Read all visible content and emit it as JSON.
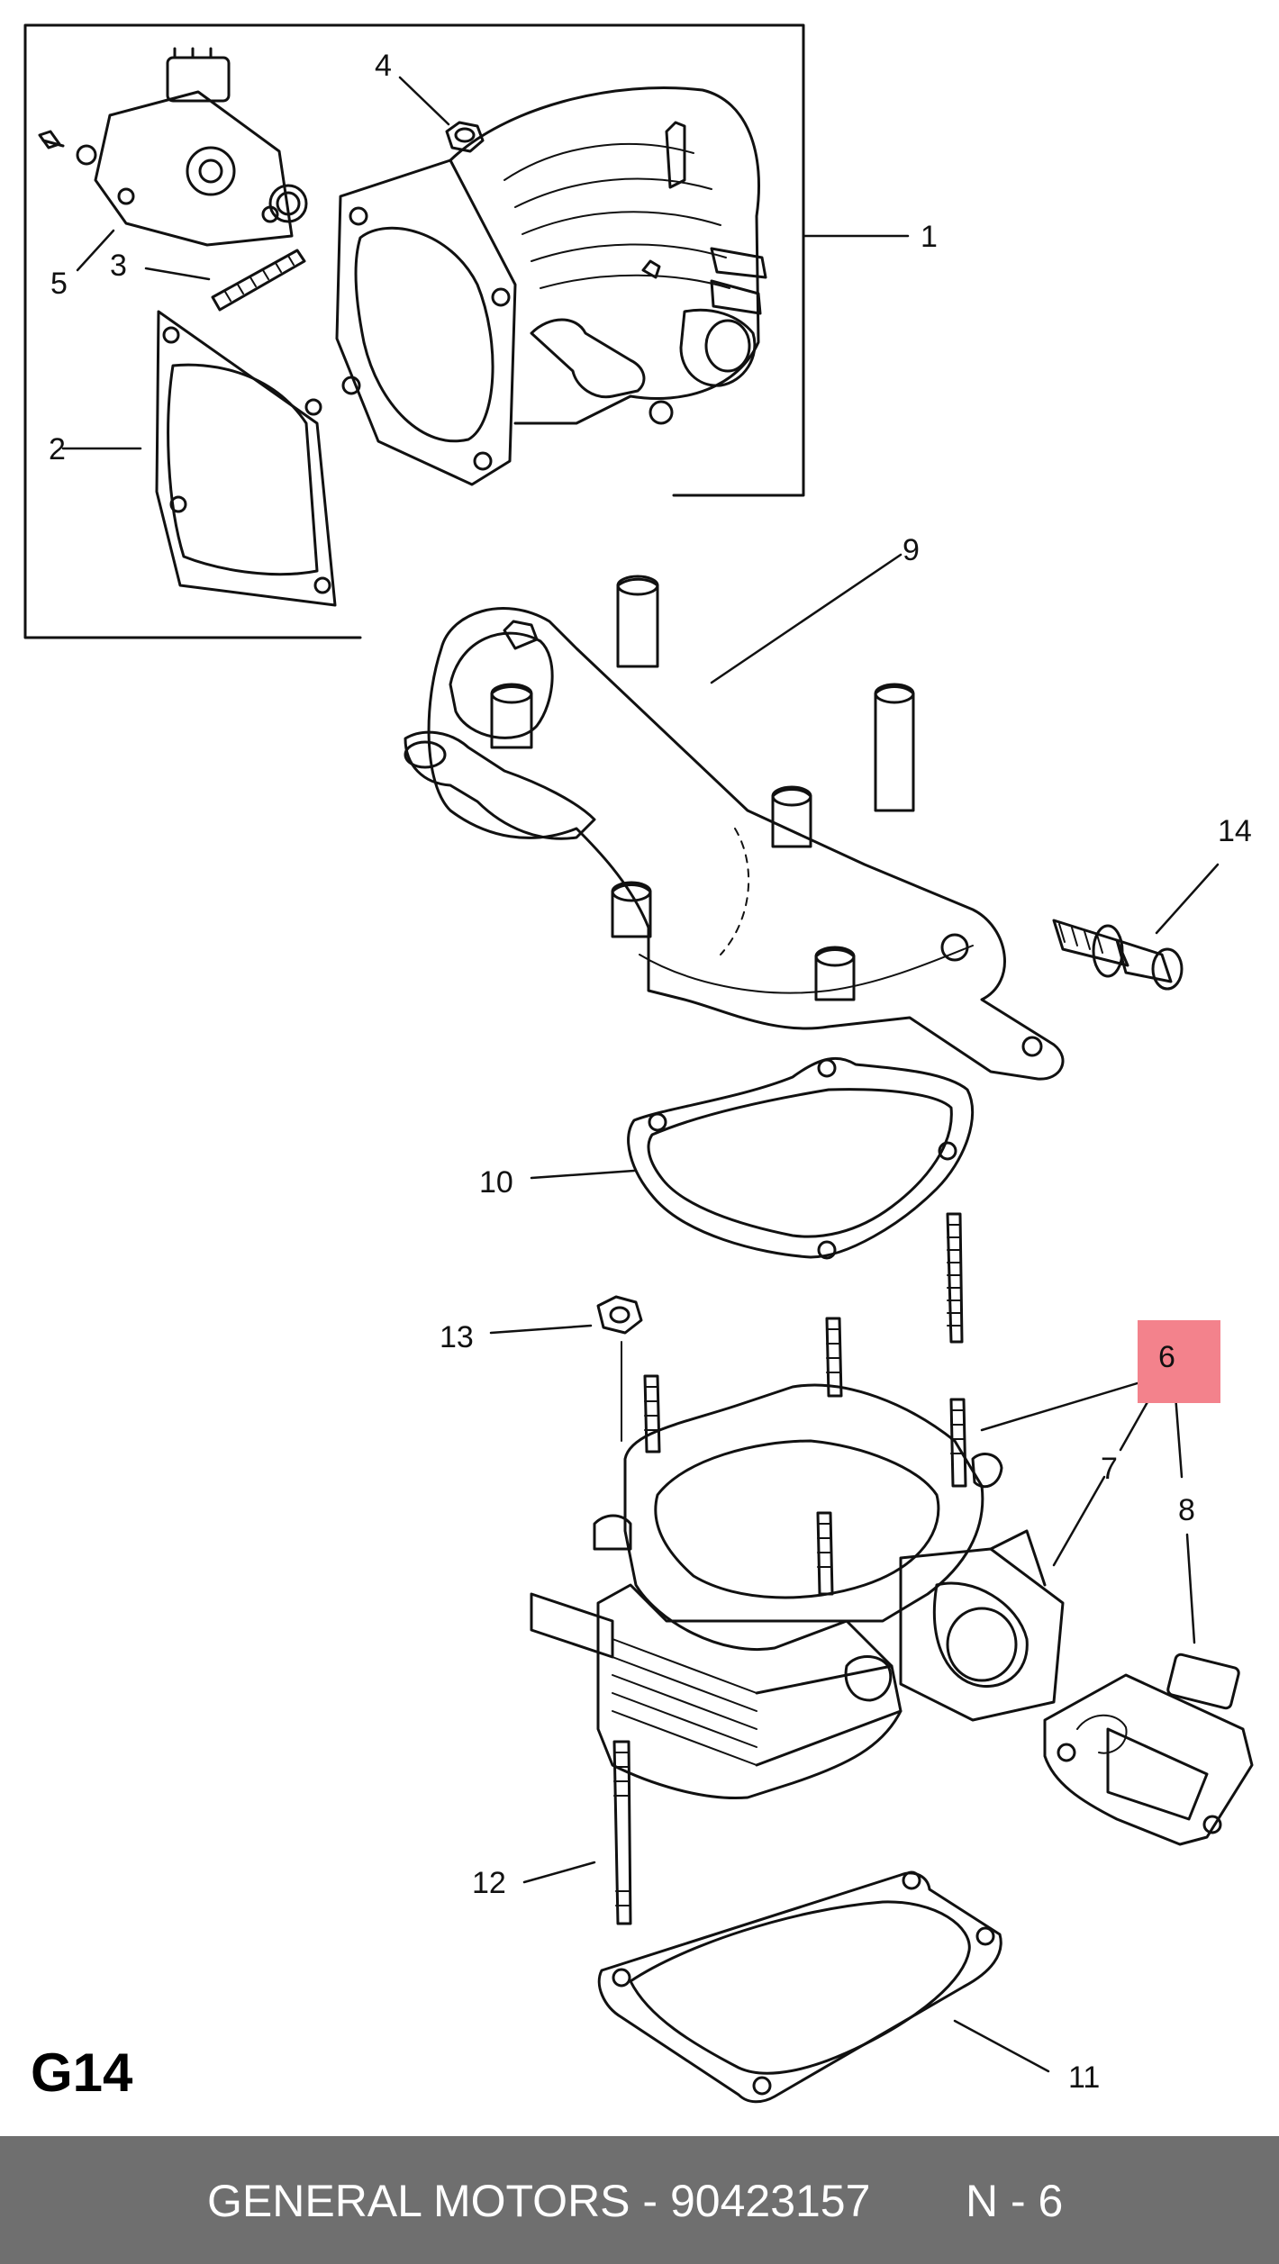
{
  "diagram": {
    "page_code": "G14",
    "highlighted_part": "6",
    "highlight_color": "#f3828c",
    "line_color": "#111111",
    "callouts": [
      {
        "id": "1",
        "label": "1"
      },
      {
        "id": "2",
        "label": "2"
      },
      {
        "id": "3",
        "label": "3"
      },
      {
        "id": "4",
        "label": "4"
      },
      {
        "id": "5",
        "label": "5"
      },
      {
        "id": "6",
        "label": "6"
      },
      {
        "id": "7",
        "label": "7"
      },
      {
        "id": "8",
        "label": "8"
      },
      {
        "id": "9",
        "label": "9"
      },
      {
        "id": "10",
        "label": "10"
      },
      {
        "id": "11",
        "label": "11"
      },
      {
        "id": "12",
        "label": "12"
      },
      {
        "id": "13",
        "label": "13"
      },
      {
        "id": "14",
        "label": "14"
      }
    ]
  },
  "footer": {
    "background": "#6f6f6f",
    "text": "GENERAL MOTORS - 90423157",
    "code": "N - 6"
  }
}
